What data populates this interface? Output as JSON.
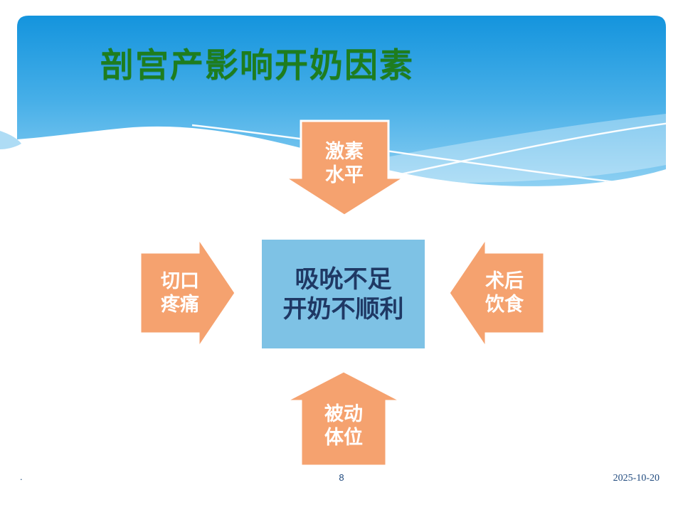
{
  "slide": {
    "title": "剖宫产影响开奶因素",
    "center_box": {
      "line1": "吸吮不足",
      "line2": "开奶不顺利"
    },
    "arrows": {
      "top": {
        "line1": "激素",
        "line2": "水平",
        "direction": "down"
      },
      "left": {
        "line1": "切口",
        "line2": "疼痛",
        "direction": "right"
      },
      "right": {
        "line1": "术后",
        "line2": "饮食",
        "direction": "left"
      },
      "bottom": {
        "line1": "被动",
        "line2": "体位",
        "direction": "up"
      }
    },
    "footer": {
      "left_mark": ".",
      "page_number": "8",
      "date": "2025-10-20"
    },
    "colors": {
      "title_green": "#1e7d1e",
      "arrow_orange": "#f5a26f",
      "box_blue": "#7ec2e5",
      "box_text_navy": "#1f3864",
      "footer_navy": "#1f497d",
      "sky_top": "#1494dd",
      "sky_mid": "#47afe8",
      "sky_bottom": "#8ed0f2"
    }
  }
}
